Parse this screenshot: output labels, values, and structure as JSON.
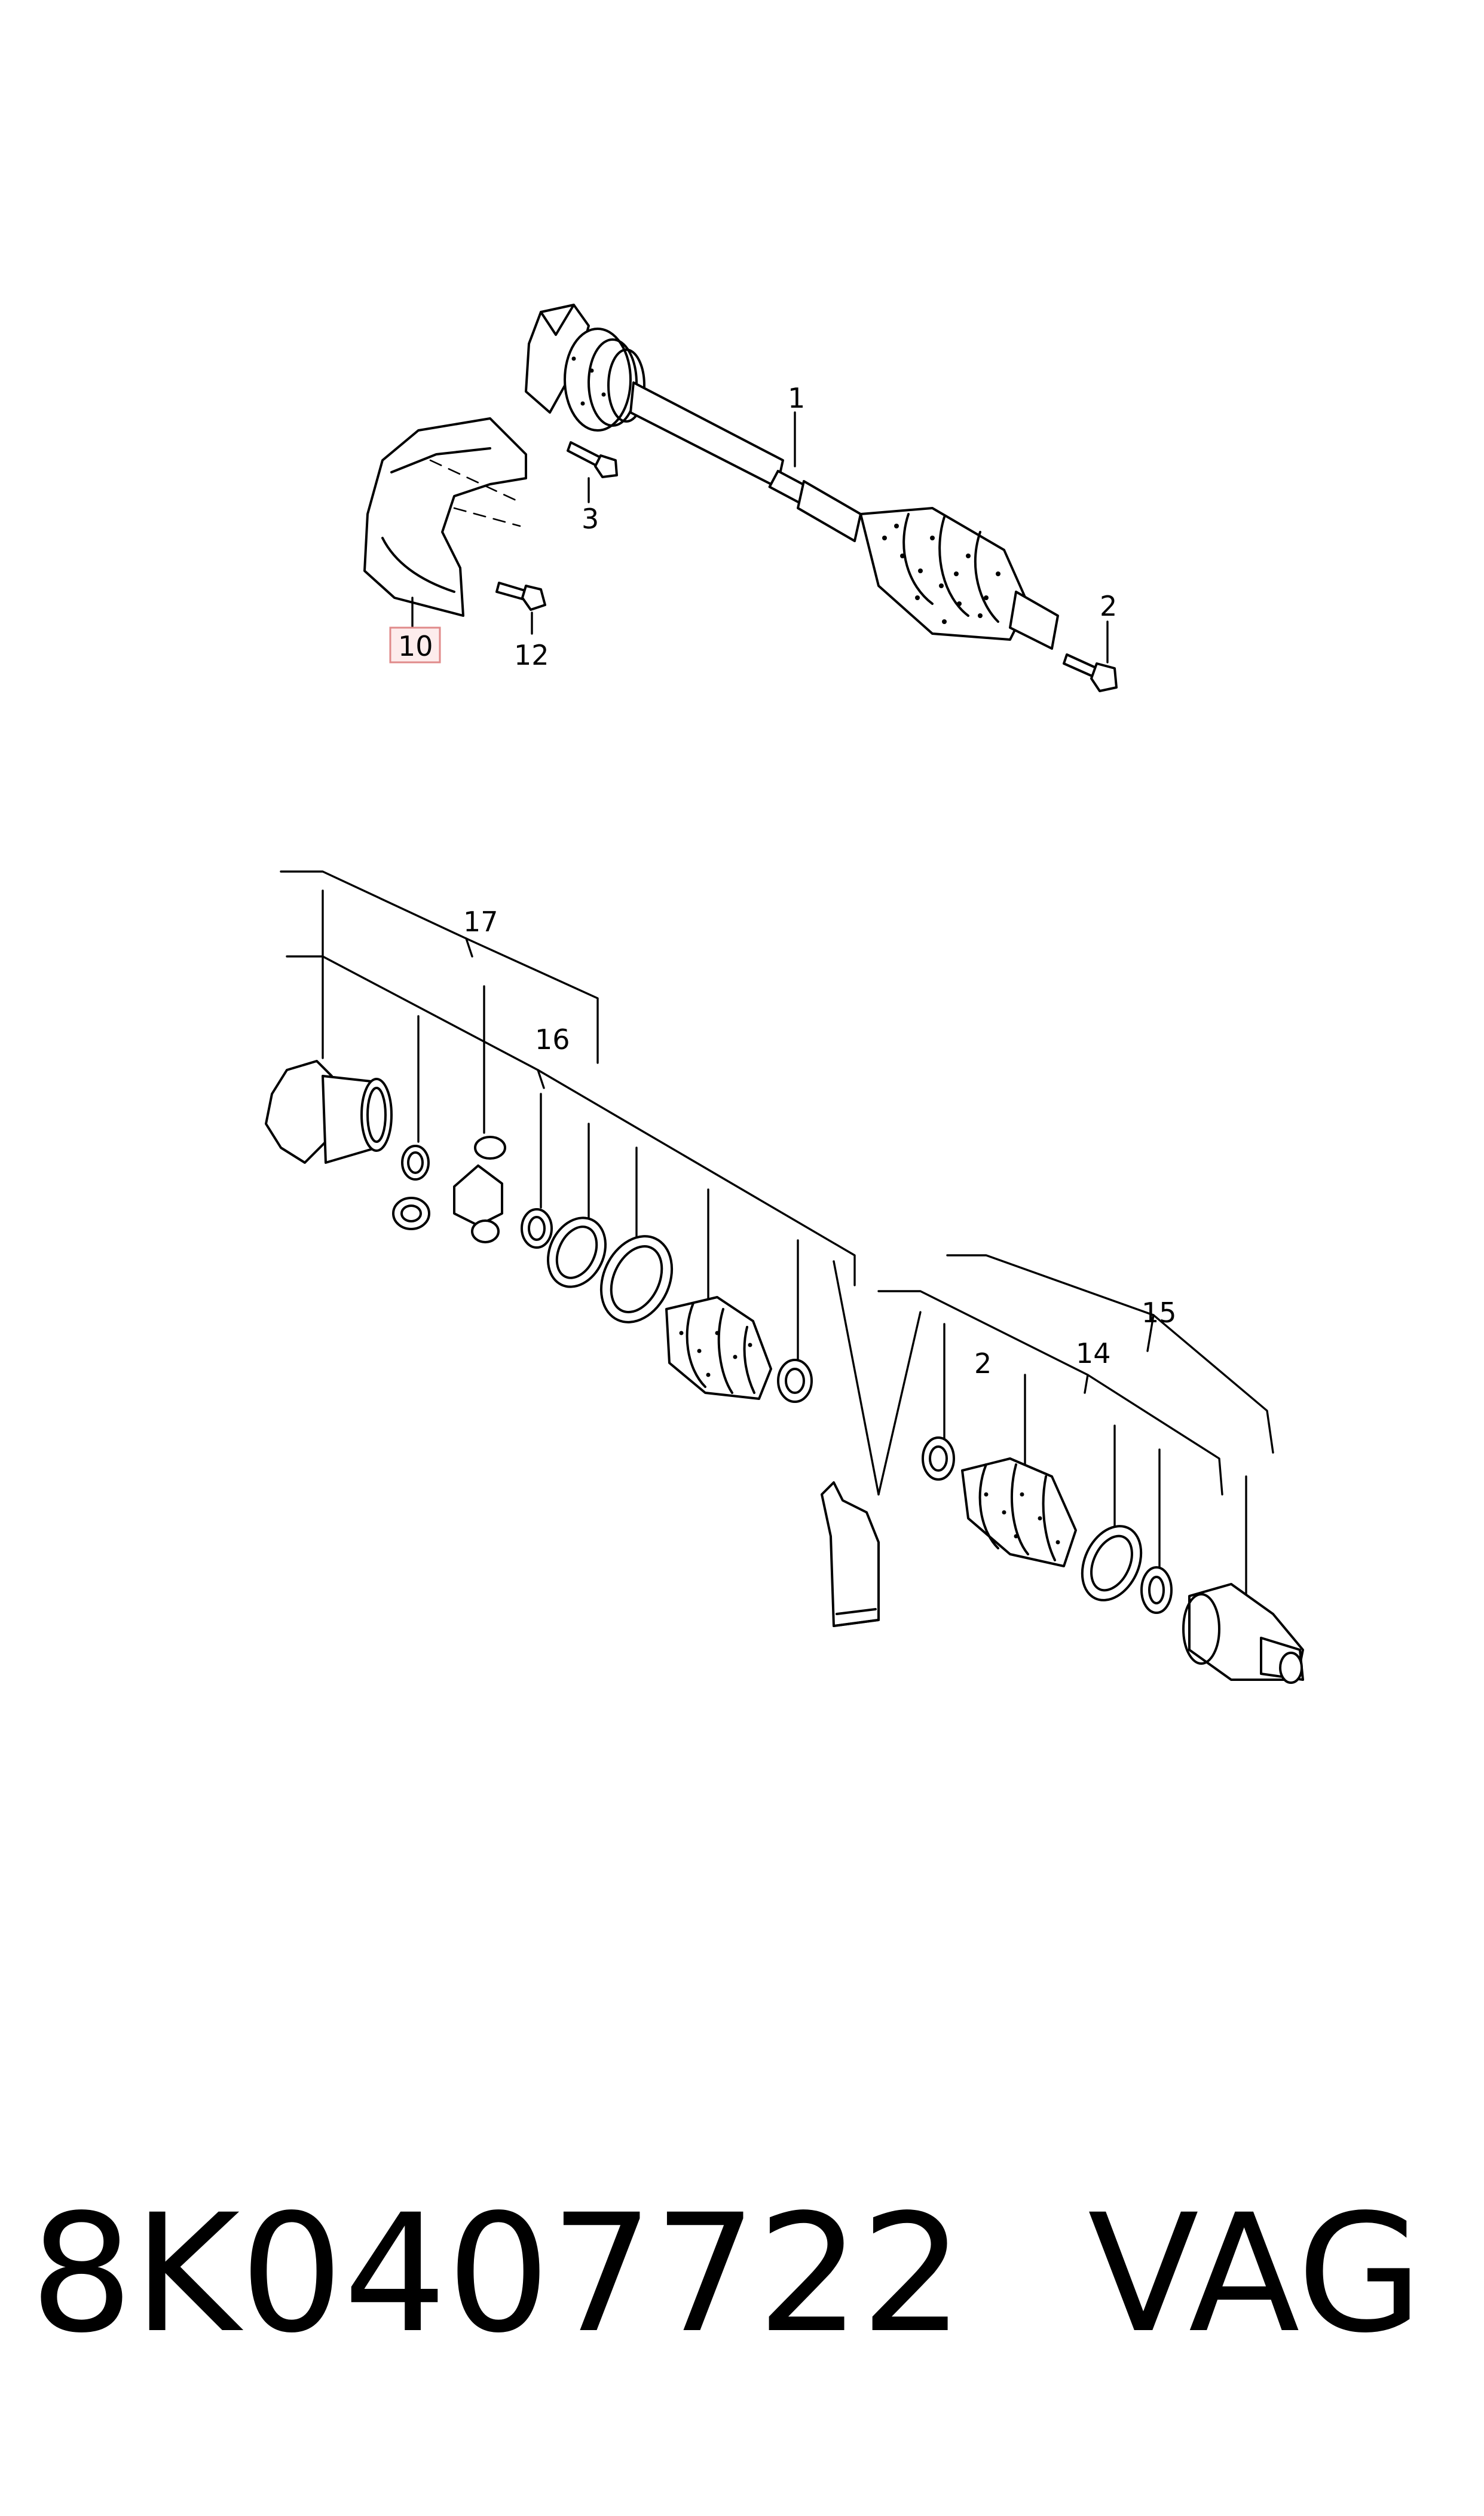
{
  "callouts": {
    "c1": "1",
    "c2": "2",
    "c3": "3",
    "c10": "10",
    "c12": "12",
    "c17": "17",
    "c16": "16",
    "c15": "15",
    "c14": "14",
    "c2b": "2"
  },
  "highlight_color": "#e08a8a",
  "footer": {
    "part_number": "8K0407722",
    "brand": "VAG"
  }
}
